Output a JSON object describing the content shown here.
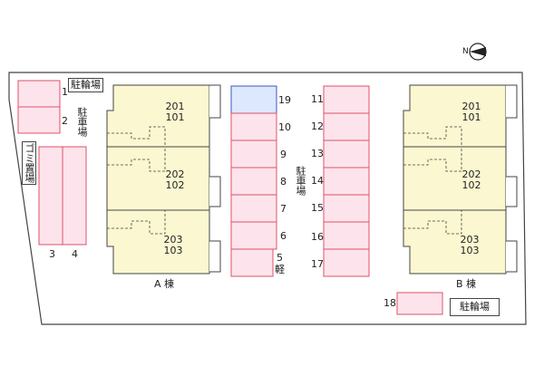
{
  "compass": {
    "label": "N"
  },
  "labels": {
    "bicycle_parking": "駐輪場",
    "car_parking": "駐車場",
    "garbage": "ゴミ置場",
    "light_car": "軽",
    "building_a": "A 棟",
    "building_b": "B 棟"
  },
  "left_spaces": [
    "1",
    "2",
    "3",
    "4"
  ],
  "center_left_spaces": [
    "19",
    "10",
    "9",
    "8",
    "7",
    "6",
    "5"
  ],
  "center_right_spaces": [
    "11",
    "12",
    "13",
    "14",
    "15",
    "16",
    "17"
  ],
  "space_18": "18",
  "building_a_rooms": [
    {
      "upper": "201",
      "lower": "101"
    },
    {
      "upper": "202",
      "lower": "102"
    },
    {
      "upper": "203",
      "lower": "103"
    }
  ],
  "building_b_rooms": [
    {
      "upper": "201",
      "lower": "101"
    },
    {
      "upper": "202",
      "lower": "102"
    },
    {
      "upper": "203",
      "lower": "103"
    }
  ],
  "colors": {
    "parking_fill": "#fde4ec",
    "parking_stroke": "#e0506a",
    "space19_fill": "#dde8ff",
    "space19_stroke": "#3a55c8",
    "building_fill": "#fbf7d0",
    "site_stroke": "#444444"
  }
}
